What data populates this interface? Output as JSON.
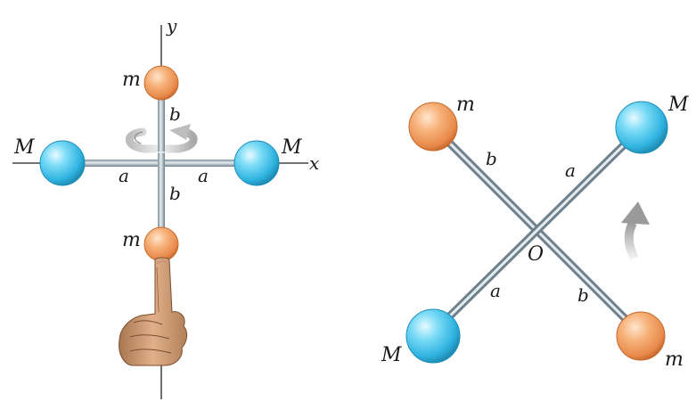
{
  "left_diagram": {
    "axis_x_label": "x",
    "axis_y_label": "y",
    "mass_top_label": "m",
    "mass_bottom_label": "m",
    "mass_left_label": "M",
    "mass_right_label": "M",
    "rod_top_label": "b",
    "rod_bottom_label": "b",
    "rod_left_label": "a",
    "rod_right_label": "a"
  },
  "right_diagram": {
    "pivot_label": "O",
    "mass_top_left_label": "m",
    "mass_top_right_label": "M",
    "mass_bottom_left_label": "M",
    "mass_bottom_right_label": "m",
    "rod_upper_left_label": "b",
    "rod_upper_right_label": "a",
    "rod_lower_left_label": "a",
    "rod_lower_right_label": "b"
  },
  "colors": {
    "small_mass": "#f0a060",
    "large_mass": "#3cc4ee",
    "rod": "#9fb0bb",
    "arrow": "#c8c8c8"
  }
}
